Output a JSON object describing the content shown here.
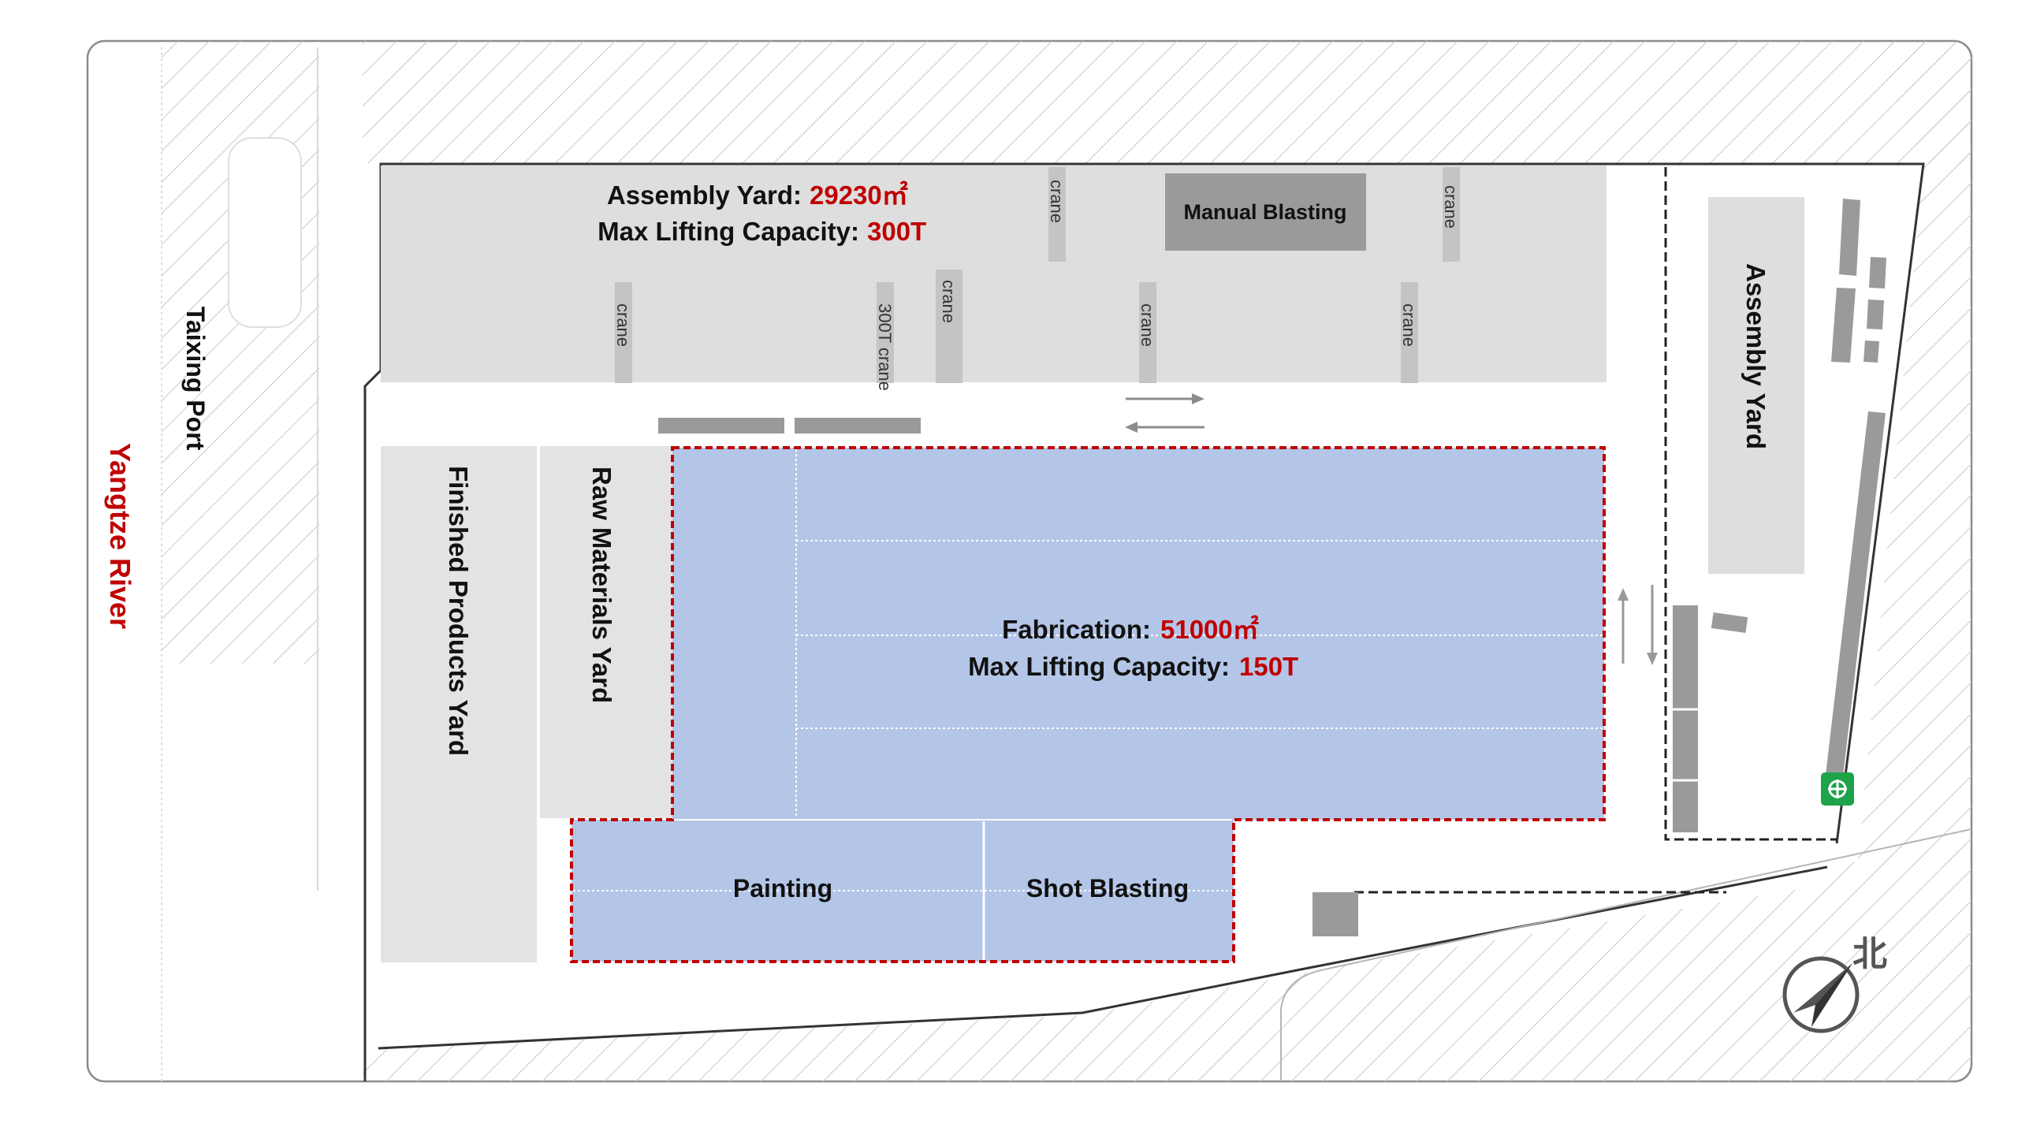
{
  "colors": {
    "hatch": "#c8c8c8",
    "yard_gray": "#dedede",
    "yard_light": "#e3e3e3",
    "block_dark": "#9a9a9a",
    "fabrication_blue": "#b4c6e7",
    "zone_red_dash": "#c00000",
    "label_red": "#c00000",
    "label_black": "#111111",
    "exit_green": "#1fa34a"
  },
  "labels": {
    "river": "Yangtze River",
    "port": "Taixing Port",
    "assembly_yard_top": {
      "line1_label": "Assembly Yard:",
      "line1_value": "29230㎡",
      "line2_label": "Max Lifting Capacity:",
      "line2_value": "300T"
    },
    "manual_blasting": "Manual Blasting",
    "cranes": [
      "crane",
      "crane",
      "crane",
      "300T crane",
      "crane",
      "crane",
      "crane"
    ],
    "assembly_yard_right": "Assembly Yard",
    "finished_products_yard": "Finished Products Yard",
    "raw_materials_yard": "Raw Materials Yard",
    "fabrication": {
      "line1_label": "Fabrication:",
      "line1_value": "51000㎡",
      "line2_label": "Max Lifting Capacity:",
      "line2_value": "150T"
    },
    "painting": "Painting",
    "shot_blasting": "Shot Blasting",
    "north": "北"
  },
  "icons": [
    "compass-icon",
    "emergency-exit-icon",
    "two-way-arrow-icon"
  ]
}
